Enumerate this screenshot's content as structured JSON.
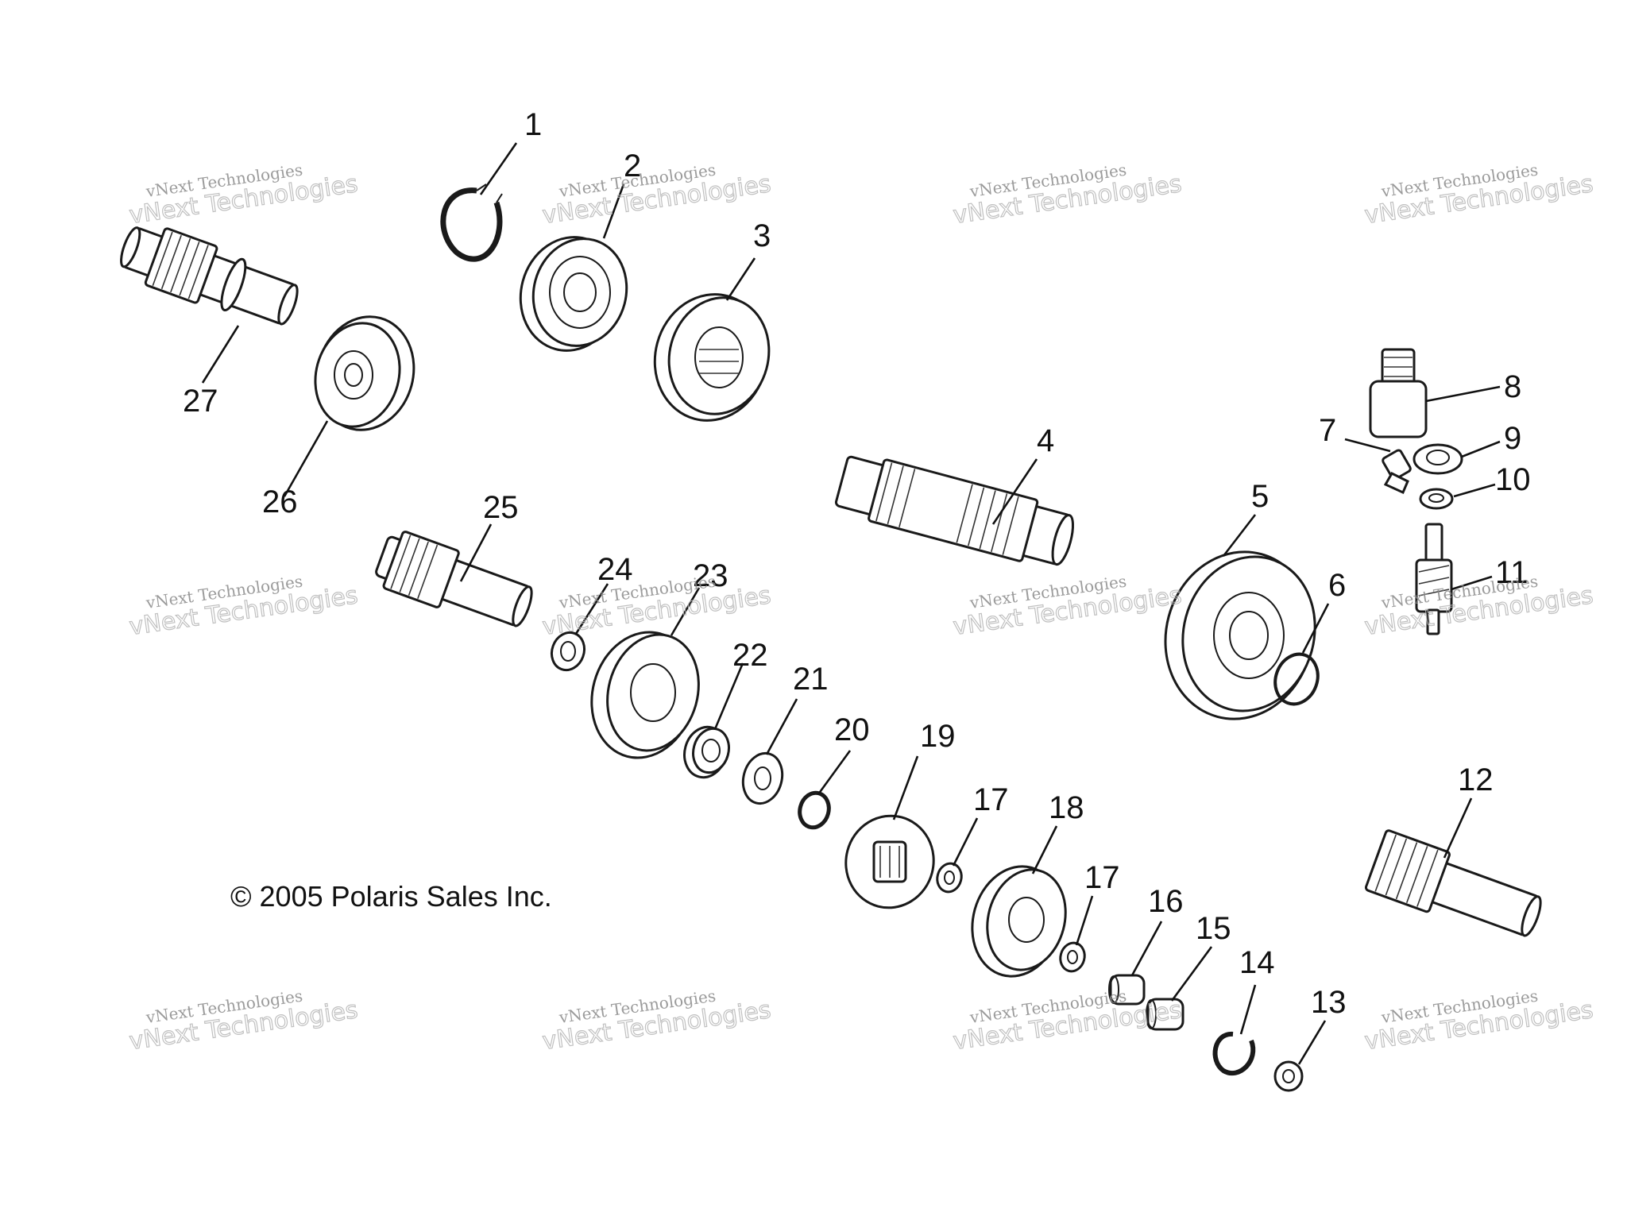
{
  "copyright": "© 2005 Polaris Sales Inc.",
  "watermark": {
    "line1": "vNext Technologies",
    "line2": "vNext Technologies"
  },
  "callouts": [
    "1",
    "2",
    "3",
    "4",
    "5",
    "6",
    "7",
    "8",
    "9",
    "10",
    "11",
    "12",
    "13",
    "14",
    "15",
    "16",
    "17",
    "17",
    "18",
    "19",
    "20",
    "21",
    "22",
    "23",
    "24",
    "25",
    "26",
    "27"
  ]
}
